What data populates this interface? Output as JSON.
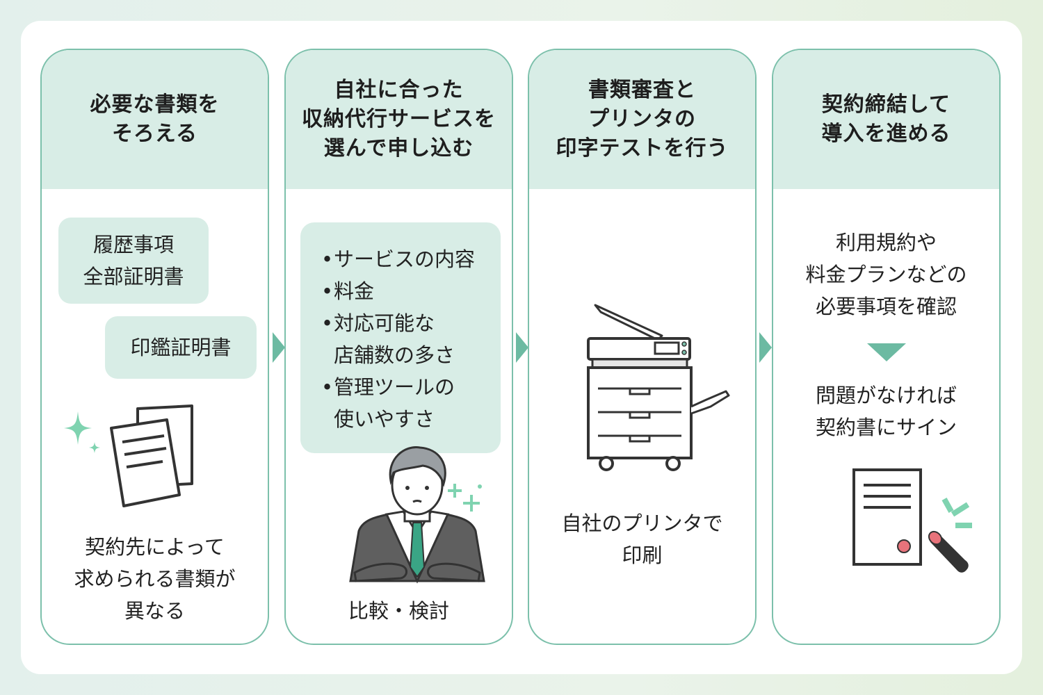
{
  "steps": [
    {
      "title_lines": [
        "必要な書類を",
        "そろえる"
      ],
      "doc_box1_lines": [
        "履歴事項",
        "全部証明書"
      ],
      "doc_box2": "印鑑証明書",
      "caption_lines": [
        "契約先によって",
        "求められる書類が",
        "異なる"
      ]
    },
    {
      "title_lines": [
        "自社に合った",
        "収納代行サービスを",
        "選んで申し込む"
      ],
      "bullet_marker": "•",
      "bullets": [
        [
          "サービスの内容"
        ],
        [
          "料金"
        ],
        [
          "対応可能な",
          "店舗数の多さ"
        ],
        [
          "管理ツールの",
          "使いやすさ"
        ]
      ],
      "caption": "比較・検討"
    },
    {
      "title_lines": [
        "書類審査と",
        "プリンタの",
        "印字テストを行う"
      ],
      "caption_lines": [
        "自社のプリンタで",
        "印刷"
      ]
    },
    {
      "title_lines": [
        "契約締結して",
        "導入を進める"
      ],
      "text1_lines": [
        "利用規約や",
        "料金プランなどの",
        "必要事項を確認"
      ],
      "text2_lines": [
        "問題がなければ",
        "契約書にサイン"
      ]
    }
  ],
  "colors": {
    "accent": "#6cbaa2",
    "card_border": "#7cc0ab",
    "header_fill": "#d8ede6",
    "stamp_red": "#e8737b",
    "spark_green": "#7fd3b0"
  },
  "icons": [
    "documents-icon",
    "sparkle-icon",
    "businessman-icon",
    "printer-icon",
    "contract-icon",
    "stamp-icon",
    "arrow-right-icon",
    "arrow-down-icon"
  ]
}
